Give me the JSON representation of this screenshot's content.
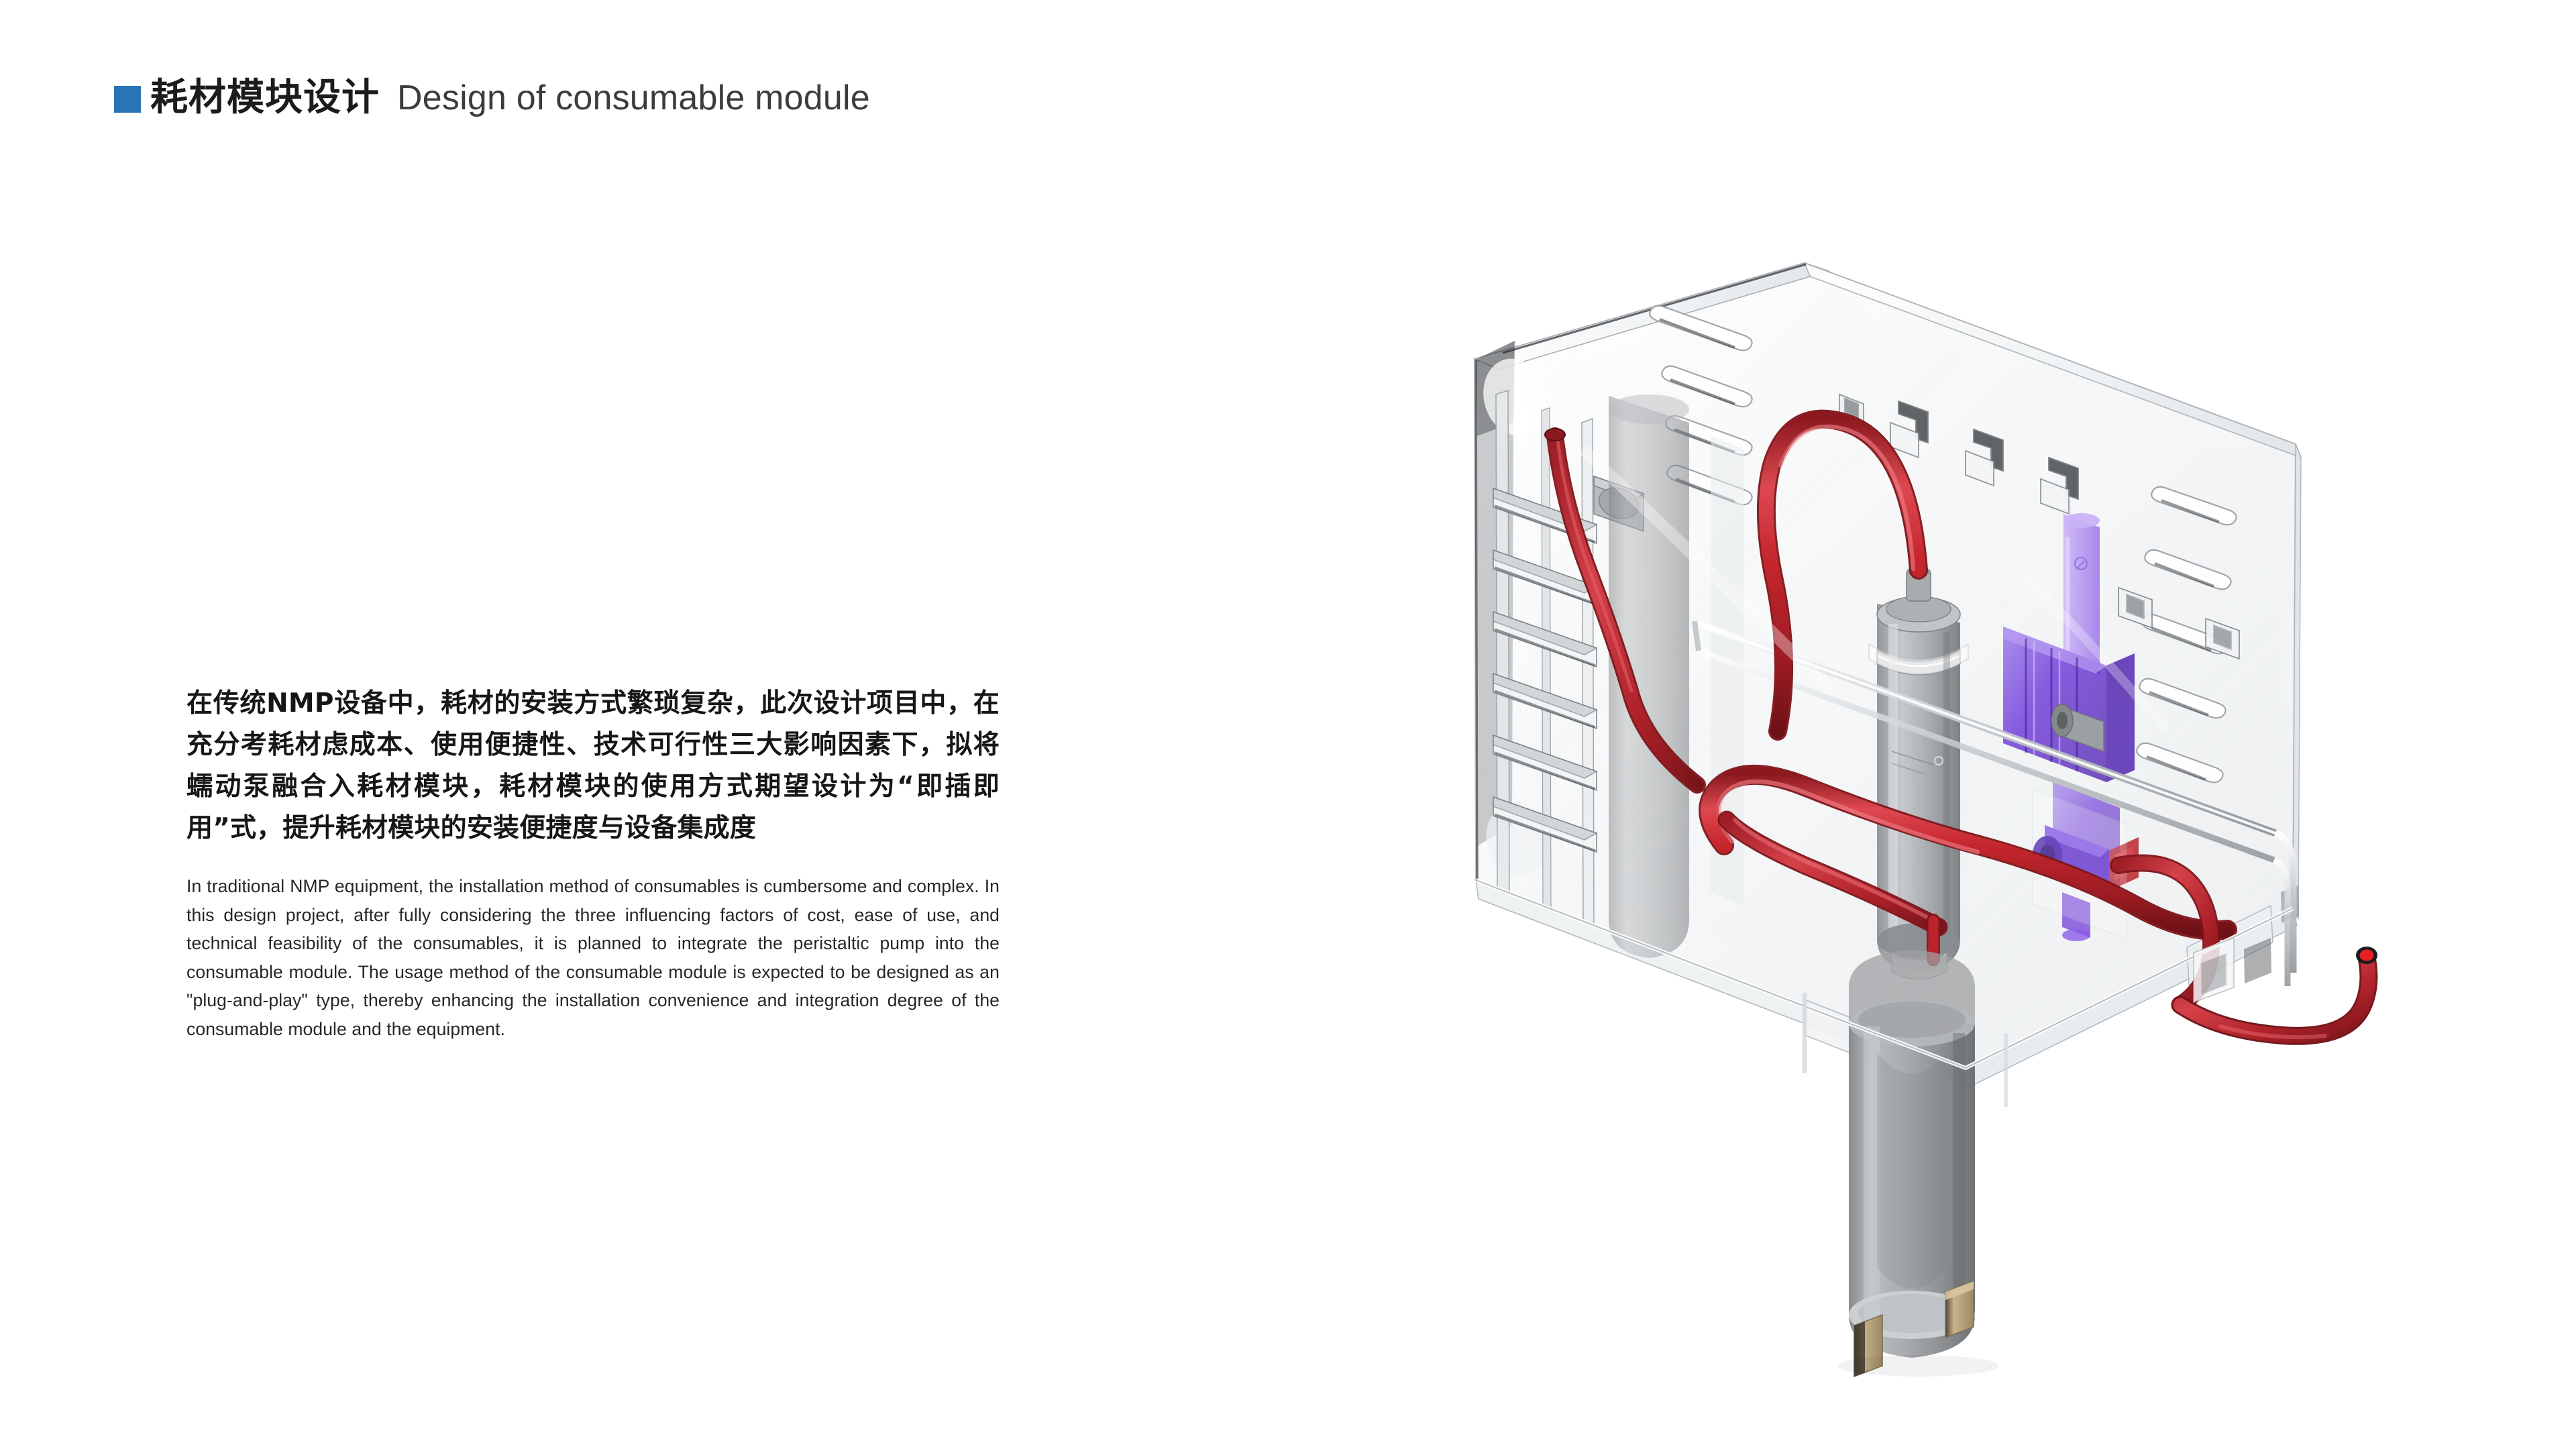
{
  "page": {
    "background_color": "#ffffff"
  },
  "header": {
    "marker_icon": "blue-square-bullet",
    "marker_color": "#2a74b5",
    "title_cn": "耗材模块设计",
    "title_en": "Design of consumable module"
  },
  "body": {
    "paragraph_cn": "在传统NMP设备中，耗材的安装方式繁琐复杂，此次设计项目中，在充分考耗材虑成本、使用便捷性、技术可行性三大影响因素下，拟将蠕动泵融合入耗材模块，耗材模块的使用方式期望设计为“即插即用”式，提升耗材模块的安装便捷度与设备集成度",
    "paragraph_en": "In traditional NMP equipment, the installation method of consumables is cumbersome and complex. In this design project, after fully considering the three influencing factors of cost, ease of use, and technical feasibility of the consumables, it is planned to integrate the peristaltic pump into the consumable module. The usage method of the consumable module is expected to be designed as an \"plug-and-play\" type, thereby enhancing the installation convenience and integration degree of the consumable module and the equipment."
  },
  "render": {
    "name": "consumable-module-3d-render",
    "description": "Transparent isometric CAD render of a consumable module: clear acrylic housing enclosing a grey filter canister, red flexible tubing, a violet valve manifold and a grey cylindrical peristaltic pump motor protruding from the bottom.",
    "colors": {
      "housing_clear": "#f4f5f6",
      "housing_edge": "#9aa0a5",
      "housing_edge_dark": "#2d3033",
      "tube_red": "#c0232b",
      "tube_red_light": "#e0555c",
      "tube_red_dark": "#7d1419",
      "canister_grey": "#9a9c9f",
      "canister_grey_dark": "#6f7275",
      "valve_violet": "#6b35d6",
      "valve_violet_light": "#a77df0",
      "motor_grey": "#8e9093",
      "motor_grey_dark": "#6a6d70",
      "terminal_gold": "#b9a277"
    },
    "parts": [
      {
        "id": "housing-shell",
        "label": "Transparent acrylic housing shell"
      },
      {
        "id": "top-rail-slots",
        "label": "Top rail ventilation slots"
      },
      {
        "id": "clip-hooks",
        "label": "Snap-fit clip hooks"
      },
      {
        "id": "left-rib-rack",
        "label": "Left side rib rack"
      },
      {
        "id": "filter-canister",
        "label": "Grey filter canister"
      },
      {
        "id": "red-tubing",
        "label": "Red flexible tubing circuit"
      },
      {
        "id": "violet-valve-manifold",
        "label": "Violet valve manifold"
      },
      {
        "id": "pump-motor",
        "label": "Peristaltic pump motor"
      },
      {
        "id": "motor-terminals",
        "label": "Brass motor terminals"
      },
      {
        "id": "tube-outlet-tip",
        "label": "Open red tube outlet tip"
      }
    ]
  }
}
